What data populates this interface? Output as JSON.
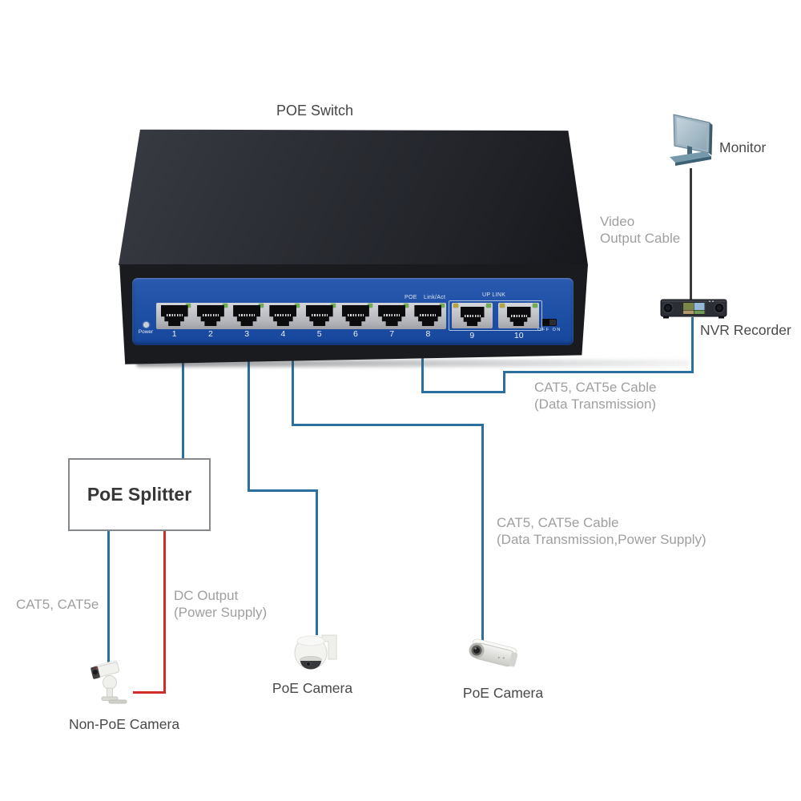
{
  "title": "POE Switch",
  "colors": {
    "cable_blue": "#2b6f9f",
    "cable_red": "#d32b28",
    "cable_dark": "#3a3a3c",
    "panel_blue": "#1d4fa4",
    "led_green": "#6fae4e",
    "label_gray": "#9f9f9f"
  },
  "switch": {
    "power_label": "Power",
    "poe_label": "POE",
    "link_act_label": "Link/Act",
    "uplink_label": "UP LINK",
    "toggle_label": "OFF ON",
    "ports": [
      "1",
      "2",
      "3",
      "4",
      "5",
      "6",
      "7",
      "8",
      "9",
      "10"
    ]
  },
  "devices": {
    "monitor": "Monitor",
    "nvr": "NVR Recorder",
    "splitter": "PoE Splitter",
    "non_poe_camera": "Non-PoE Camera",
    "poe_camera_1": "PoE Camera",
    "poe_camera_2": "PoE Camera"
  },
  "cables": {
    "video_output_l1": "Video",
    "video_output_l2": "Output Cable",
    "cat5_data_l1": "CAT5, CAT5e Cable",
    "cat5_data_l2": "(Data Transmission)",
    "cat5_power_l1": "CAT5, CAT5e Cable",
    "cat5_power_l2": "(Data Transmission,Power Supply)",
    "cat5_short": "CAT5, CAT5e",
    "dc_output_l1": "DC Output",
    "dc_output_l2": "(Power Supply)"
  }
}
